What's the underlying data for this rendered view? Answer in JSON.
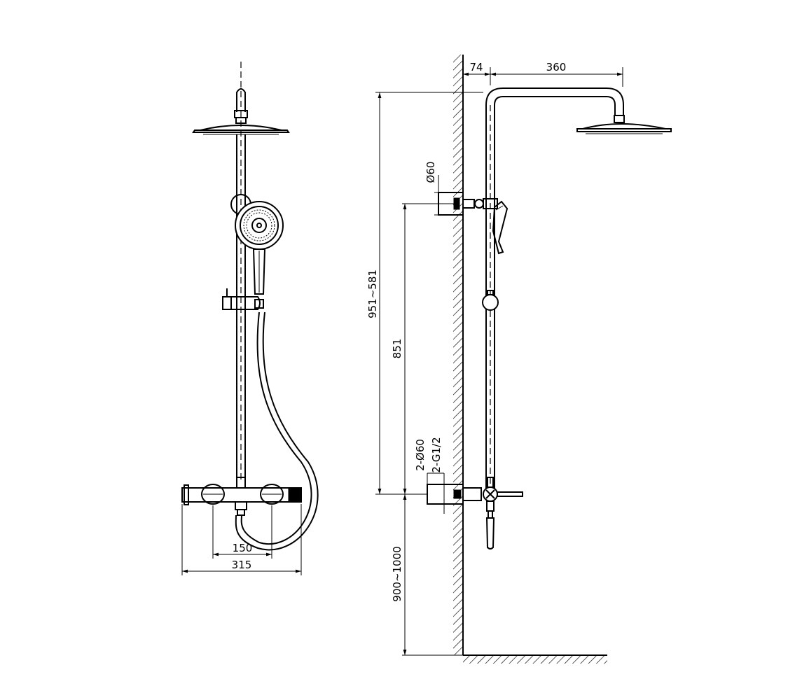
{
  "colors": {
    "line": "#000000",
    "background": "#ffffff"
  },
  "front_view": {
    "dimensions": {
      "outlet_spacing": "150",
      "overall_width": "315"
    }
  },
  "side_view": {
    "dimensions": {
      "wall_offset": "74",
      "arm_reach": "360",
      "total_height_range": "951~581",
      "slide_bar_height": "851",
      "bracket_diameter": "Ø60",
      "inlet_diameter": "2-Ø60",
      "inlet_thread": "2-G1/2",
      "floor_height_range": "900~1000"
    }
  }
}
